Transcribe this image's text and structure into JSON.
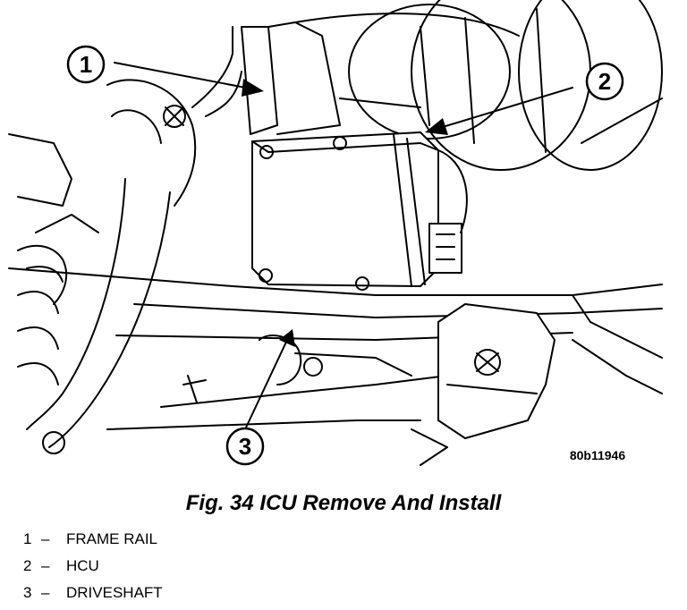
{
  "figure": {
    "code": "80b11946",
    "caption": "Fig. 34 ICU Remove And Install",
    "callouts": [
      {
        "number": "1",
        "name": "FRAME RAIL"
      },
      {
        "number": "2",
        "name": "HCU"
      },
      {
        "number": "3",
        "name": "DRIVESHAFT"
      }
    ],
    "legend_separator": "–"
  }
}
